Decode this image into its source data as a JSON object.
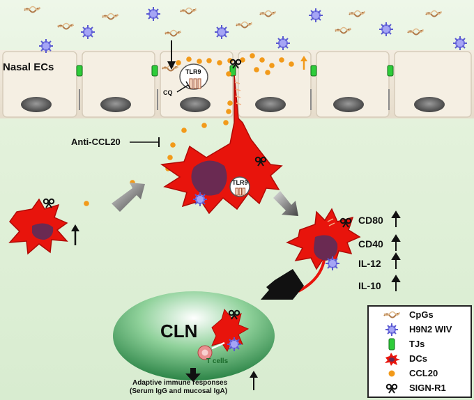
{
  "labels": {
    "nasal_ecs": "Nasal ECs",
    "cq": "CQ",
    "tlr9": "TLR9",
    "tlr9_dc": "TLR9",
    "anti_ccl20": "Anti-CCL20",
    "cln": "CLN",
    "t_cells": "T cells",
    "adaptive_line1": "Adaptive immune responses",
    "adaptive_line2": "(Serum IgG and mucosal IgA)"
  },
  "markers": [
    {
      "name": "CD80",
      "arrow": "↑"
    },
    {
      "name": "CD40",
      "arrow": "↑"
    },
    {
      "name": "IL-12",
      "arrow": "↑"
    },
    {
      "name": "IL-10",
      "arrow": "↑"
    }
  ],
  "adaptive_arrow": "↑",
  "immature_dc_arrow": "↑",
  "legend": [
    {
      "icon": "cpg-icon",
      "label": "CpGs"
    },
    {
      "icon": "h9n2-wiv-icon",
      "label": "H9N2 WIV"
    },
    {
      "icon": "tight-junction-icon",
      "label": "TJs"
    },
    {
      "icon": "dendritic-cell-icon",
      "label": "DCs"
    },
    {
      "icon": "ccl20-icon",
      "label": "CCL20"
    },
    {
      "icon": "sign-r1-icon",
      "label": "SIGN-R1"
    }
  ],
  "colors": {
    "dc_red": "#e8140c",
    "nucleus_purple": "#6a2a52",
    "ccl20_orange": "#f29a1a",
    "virus_blue": "#7a7ae0",
    "tj_green": "#2ecc3a",
    "cln_green": "#2f8f4e",
    "epithelium": "#efe6d6"
  }
}
